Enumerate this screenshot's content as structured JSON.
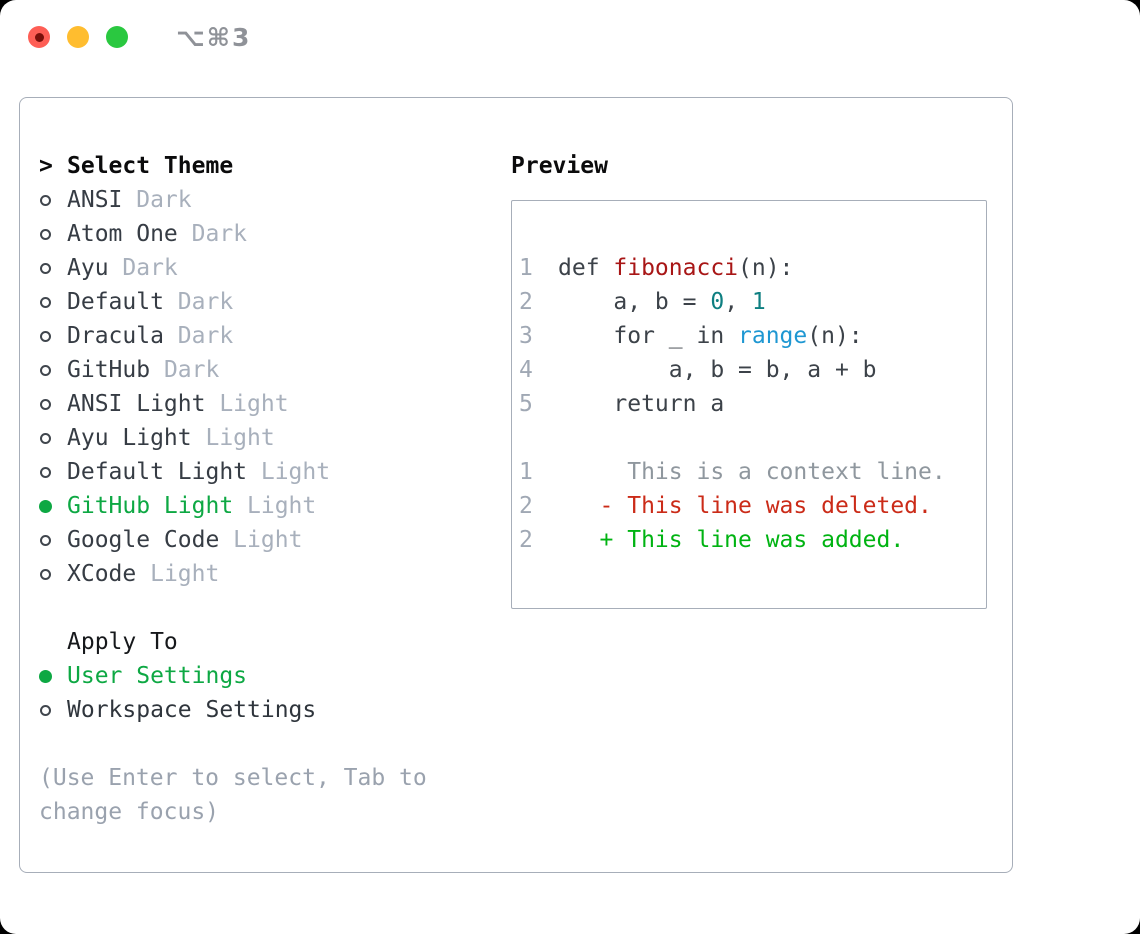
{
  "window": {
    "title": "⌥⌘3",
    "controls": [
      {
        "name": "close",
        "color": "#fe5e55",
        "has_dot": true
      },
      {
        "name": "minimize",
        "color": "#ffbd2f",
        "has_dot": false
      },
      {
        "name": "zoom",
        "color": "#2ac840",
        "has_dot": false
      }
    ]
  },
  "left_panel": {
    "header_marker": ">",
    "header": "Select Theme",
    "themes": [
      {
        "name": "ANSI",
        "tag": "Dark",
        "selected": false
      },
      {
        "name": "Atom One",
        "tag": "Dark",
        "selected": false
      },
      {
        "name": "Ayu",
        "tag": "Dark",
        "selected": false
      },
      {
        "name": "Default",
        "tag": "Dark",
        "selected": false
      },
      {
        "name": "Dracula",
        "tag": "Dark",
        "selected": false
      },
      {
        "name": "GitHub",
        "tag": "Dark",
        "selected": false
      },
      {
        "name": "ANSI Light",
        "tag": "Light",
        "selected": false
      },
      {
        "name": "Ayu Light",
        "tag": "Light",
        "selected": false
      },
      {
        "name": "Default Light",
        "tag": "Light",
        "selected": false
      },
      {
        "name": "GitHub Light",
        "tag": "Light",
        "selected": true
      },
      {
        "name": "Google Code",
        "tag": "Light",
        "selected": false
      },
      {
        "name": "XCode",
        "tag": "Light",
        "selected": false
      }
    ],
    "apply_header": "Apply To",
    "apply_options": [
      {
        "name": "User Settings",
        "selected": true
      },
      {
        "name": "Workspace Settings",
        "selected": false
      }
    ],
    "hint_lines": [
      "(Use Enter to select, Tab to",
      "change focus)"
    ]
  },
  "preview": {
    "header": "Preview",
    "code_lines": [
      {
        "num": "1",
        "segments": [
          {
            "text": "def ",
            "color": "code"
          },
          {
            "text": "fibonacci",
            "color": "function"
          },
          {
            "text": "(n):",
            "color": "code"
          }
        ]
      },
      {
        "num": "2",
        "segments": [
          {
            "text": "    a, b = ",
            "color": "code"
          },
          {
            "text": "0",
            "color": "number"
          },
          {
            "text": ", ",
            "color": "code"
          },
          {
            "text": "1",
            "color": "number"
          }
        ]
      },
      {
        "num": "3",
        "segments": [
          {
            "text": "    for _ in ",
            "color": "code"
          },
          {
            "text": "range",
            "color": "builtin"
          },
          {
            "text": "(n):",
            "color": "code"
          }
        ]
      },
      {
        "num": "4",
        "segments": [
          {
            "text": "        a, b = b, a + b",
            "color": "code"
          }
        ]
      },
      {
        "num": "5",
        "segments": [
          {
            "text": "    return a",
            "color": "code"
          }
        ]
      }
    ],
    "diff_lines": [
      {
        "num": "1",
        "segments": [
          {
            "text": "     This is a context line.",
            "color": "context"
          }
        ]
      },
      {
        "num": "2",
        "segments": [
          {
            "text": "   - This line was deleted.",
            "color": "deleted"
          }
        ]
      },
      {
        "num": "2",
        "segments": [
          {
            "text": "   + This line was added.",
            "color": "added"
          }
        ]
      }
    ]
  },
  "colors": {
    "selection_green": "#0da843",
    "diff_added_green": "#00b312",
    "diff_deleted_red": "#cb2b18",
    "diff_context_gray": "#8f979e",
    "function_red": "#a81616",
    "number_teal": "#0e7f81",
    "builtin_blue": "#1e97d2",
    "code_default": "#3c4249",
    "line_number_gray": "#a0a8b4",
    "tag_gray": "#a8b0bc",
    "hint_gray": "#9aa2ae",
    "panel_border": "#a7aeb9",
    "traffic_red": "#fe5e55",
    "traffic_yellow": "#ffbd2f",
    "traffic_green": "#2ac840",
    "titlebar_text": "#8f9298"
  }
}
